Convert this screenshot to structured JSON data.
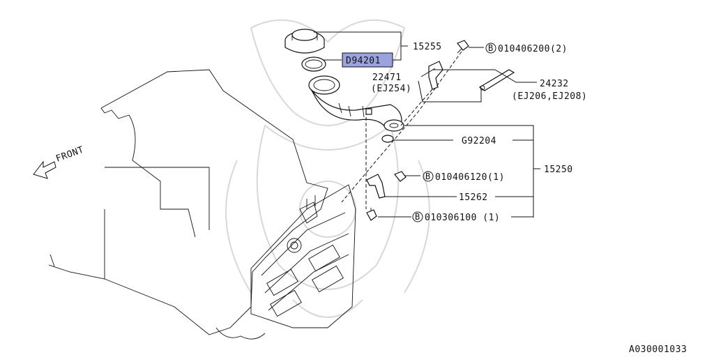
{
  "diagram": {
    "front_label": "FRONT",
    "figure_code": "A030001033",
    "bolt_marker": "B",
    "parts": [
      {
        "id": "p15255",
        "number": "15255"
      },
      {
        "id": "pD94201",
        "number": "D94201",
        "highlighted": true
      },
      {
        "id": "p22471",
        "number": "22471",
        "note": "(EJ254)"
      },
      {
        "id": "p24232",
        "number": "24232",
        "note": "(EJ206,EJ208)"
      },
      {
        "id": "pG92204",
        "number": "G92204"
      },
      {
        "id": "p15250",
        "number": "15250"
      },
      {
        "id": "p15262",
        "number": "15262"
      },
      {
        "id": "pB1",
        "number": "010406200(2)"
      },
      {
        "id": "pB2",
        "number": "010406120(1)"
      },
      {
        "id": "pB3",
        "number": "010306100 (1)"
      }
    ]
  },
  "colors": {
    "highlight": "#9aa3de",
    "line": "#111111",
    "watermark": "#d8d8d8"
  }
}
